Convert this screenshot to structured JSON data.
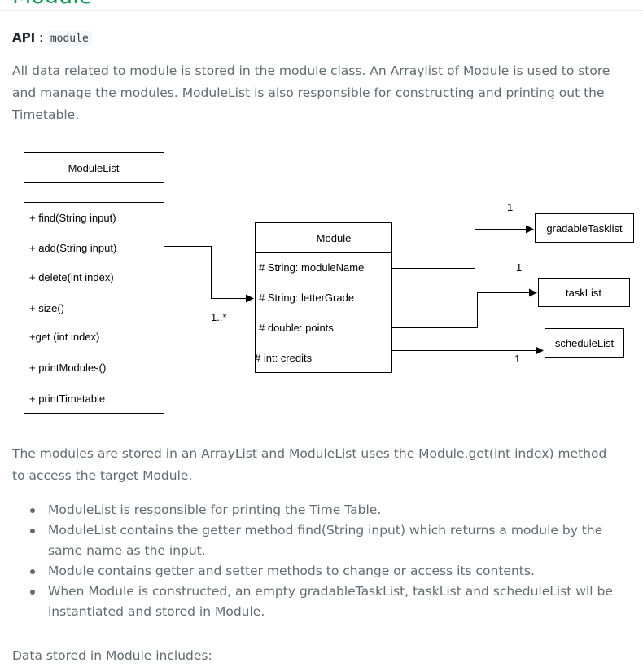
{
  "section": {
    "heading": "Module",
    "api_label": "API",
    "api_sep": ":",
    "api_code": "module",
    "intro_lines": [
      "All data related to module is stored in the module class. An Arraylist of Module is used to store",
      "and manage the modules. ModuleList is also responsible for constructing and printing out the",
      "Timetable."
    ],
    "after_lines": [
      "The modules are stored in an ArrayList and ModuleList uses the Module.get(int index) method",
      "to access the target Module."
    ],
    "bullets": [
      {
        "lines": [
          "ModuleList is responsible for printing the Time Table."
        ]
      },
      {
        "lines": [
          "ModuleList contains the getter method find(String input) which returns a module by the",
          "same name as the input."
        ]
      },
      {
        "lines": [
          "Module contains getter and setter methods to change or access its contents."
        ]
      },
      {
        "lines": [
          "When Module is constructed, an empty gradableTaskList, taskList and scheduleList wll be",
          "instantiated and stored in Module."
        ]
      }
    ],
    "footer_line": "Data stored in Module includes:"
  },
  "diagram": {
    "modulelist": {
      "title": "ModuleList",
      "methods": [
        "+ find(String input)",
        "+ add(String input)",
        "+ delete(int index)",
        "+ size()",
        "+get (int index)",
        "+ printModules()",
        "+ printTimetable"
      ]
    },
    "module": {
      "title": "Module",
      "fields": [
        "# String: moduleName",
        "# String: letterGrade",
        "# double: points",
        "# int: credits"
      ]
    },
    "multiplicity_many": "1..*",
    "targets": [
      {
        "label": "gradableTasklist",
        "mult": "1"
      },
      {
        "label": "taskList",
        "mult": "1"
      },
      {
        "label": "scheduleList",
        "mult": "1"
      }
    ]
  }
}
